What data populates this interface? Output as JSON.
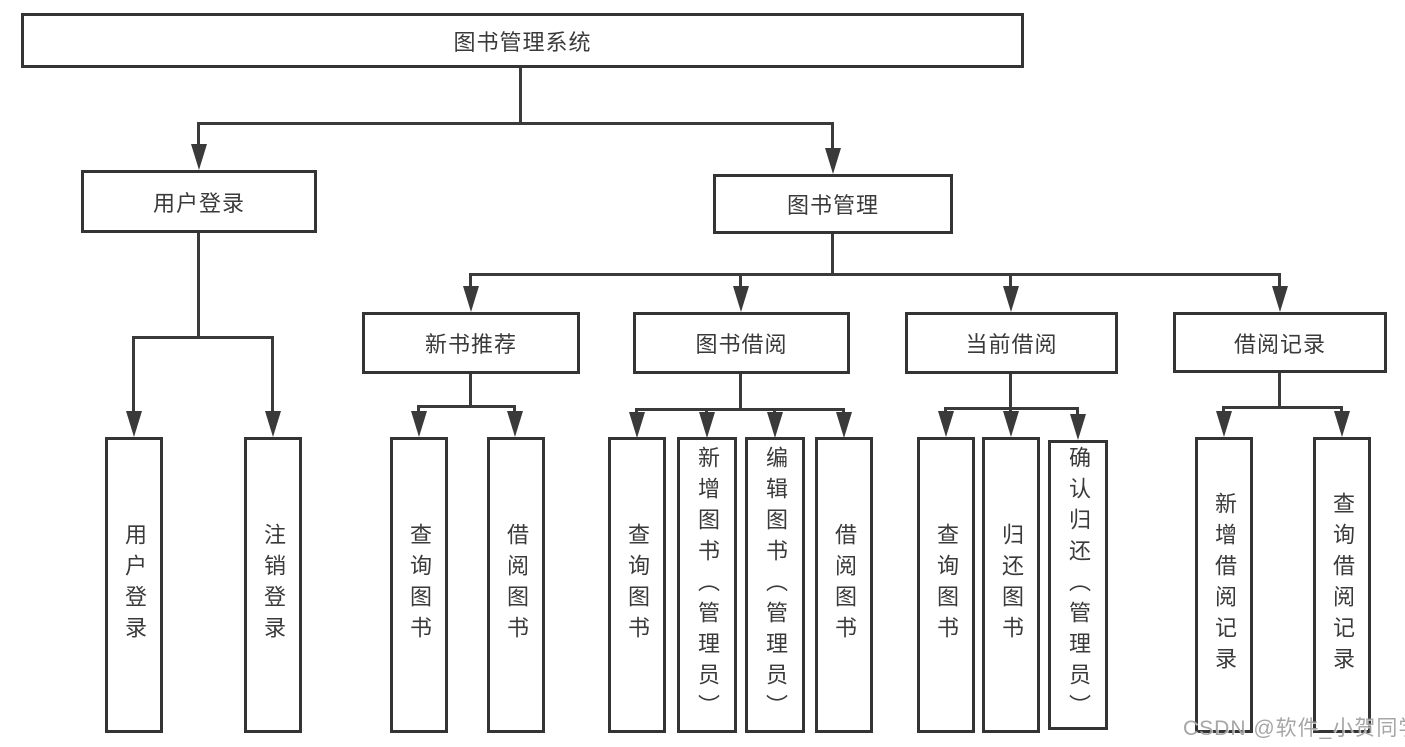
{
  "tree": {
    "label": "图书管理系统",
    "children": [
      {
        "label": "用户登录",
        "children": [
          {
            "label": "用户登录"
          },
          {
            "label": "注销登录"
          }
        ]
      },
      {
        "label": "图书管理",
        "children": [
          {
            "label": "新书推荐",
            "children": [
              {
                "label": "查询图书"
              },
              {
                "label": "借阅图书"
              }
            ]
          },
          {
            "label": "图书借阅",
            "children": [
              {
                "label": "查询图书"
              },
              {
                "label": "新增图书（管理员）"
              },
              {
                "label": "编辑图书（管理员）"
              },
              {
                "label": "借阅图书"
              }
            ]
          },
          {
            "label": "当前借阅",
            "children": [
              {
                "label": "查询图书"
              },
              {
                "label": "归还图书"
              },
              {
                "label": "确认归还（管理员）"
              }
            ]
          },
          {
            "label": "借阅记录",
            "children": [
              {
                "label": "新增借阅记录"
              },
              {
                "label": "查询借阅记录"
              }
            ]
          }
        ]
      }
    ]
  },
  "watermark": {
    "text": "CSDN @软件_小贺同学"
  },
  "colors": {
    "line": "#3a3a3a",
    "border": "#343434",
    "text": "#3a3a3a",
    "watermark": "#9e9e9e",
    "background": "#ffffff"
  }
}
